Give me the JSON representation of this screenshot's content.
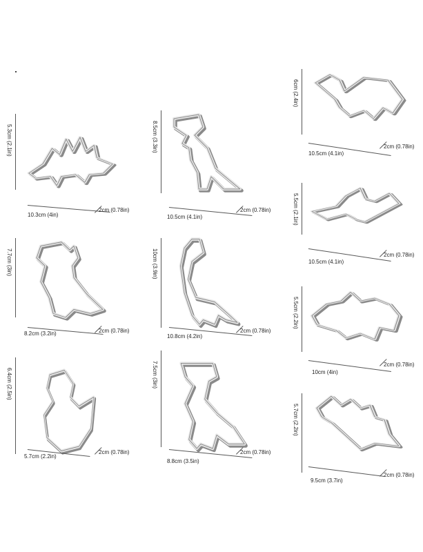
{
  "colors": {
    "background": "#ffffff",
    "steel_light": "#e9e9e9",
    "steel_dark": "#8a8a8a",
    "line": "#555555"
  },
  "cutters": [
    {
      "name": "stegosaurus",
      "height_label": "5.3cm (2.1in)",
      "width_label": "10.3cm (4in)",
      "depth_label": "2cm (0.78in)"
    },
    {
      "name": "t-rex",
      "height_label": "8.5cm (3.3in)",
      "width_label": "10.5cm (4.1in)",
      "depth_label": "2cm (0.78in)"
    },
    {
      "name": "turtle-dino",
      "height_label": "6cm (2.4in)",
      "width_label": "10.5cm (4.1in)",
      "depth_label": "2cm (0.78in)"
    },
    {
      "name": "pterodactyl",
      "height_label": "5.5cm (2.1in)",
      "width_label": "10.5cm (4.1in)",
      "depth_label": "2cm (0.78in)"
    },
    {
      "name": "dino-standing",
      "height_label": "7.7cm (3in)",
      "width_label": "8.2cm (3.2in)",
      "depth_label": "2cm (0.78in)"
    },
    {
      "name": "brontosaurus",
      "height_label": "10cm (3.9in)",
      "width_label": "10.8cm (4.2in)",
      "depth_label": "2cm (0.78in)"
    },
    {
      "name": "triceratops",
      "height_label": "5.5cm (2.2in)",
      "width_label": "10cm (4in)",
      "depth_label": "2cm (0.78in)"
    },
    {
      "name": "dino-egg",
      "height_label": "6.4cm (2.5in)",
      "width_label": "5.7cm (2.2in)",
      "depth_label": "2cm (0.78in)"
    },
    {
      "name": "raptor",
      "height_label": "7.5cm (3in)",
      "width_label": "8.8cm (3.5in)",
      "depth_label": "2cm (0.78in)"
    },
    {
      "name": "spiky-dino",
      "height_label": "5.7cm (2.2in)",
      "width_label": "9.5cm (3.7in)",
      "depth_label": "2cm (0.78in)"
    }
  ]
}
